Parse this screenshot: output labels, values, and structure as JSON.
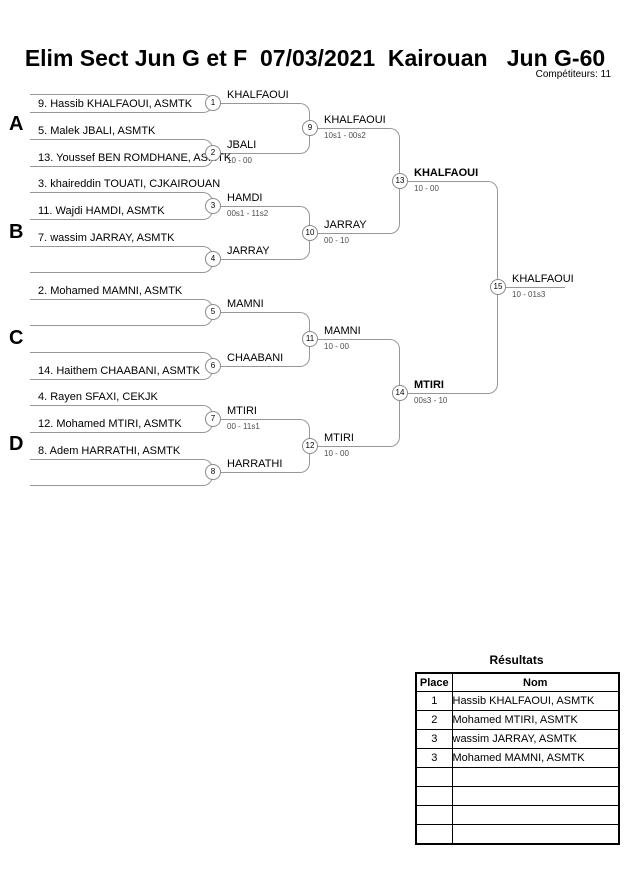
{
  "header": {
    "title": "Elim Sect Jun G et F  07/03/2021  Kairouan   Jun G-60",
    "competitors": "Compétiteurs: 11"
  },
  "sections": [
    {
      "letter": "A"
    },
    {
      "letter": "B"
    },
    {
      "letter": "C"
    },
    {
      "letter": "D"
    }
  ],
  "bracket": {
    "slots": [
      {
        "name": ""
      },
      {
        "name": "9. Hassib KHALFAOUI, ASMTK"
      },
      {
        "name": "5. Malek JBALI, ASMTK"
      },
      {
        "name": "13. Youssef BEN ROMDHANE, ASMTK"
      },
      {
        "name": "3. khaireddin TOUATI, CJKAIROUAN"
      },
      {
        "name": "11. Wajdi HAMDI, ASMTK"
      },
      {
        "name": "7. wassim JARRAY, ASMTK"
      },
      {
        "name": ""
      },
      {
        "name": "2. Mohamed MAMNI, ASMTK"
      },
      {
        "name": ""
      },
      {
        "name": ""
      },
      {
        "name": "14. Haithem CHAABANI, ASMTK"
      },
      {
        "name": "4. Rayen SFAXI, CEKJK"
      },
      {
        "name": "12. Mohamed MTIRI, ASMTK"
      },
      {
        "name": "8. Adem HARRATHI, ASMTK"
      },
      {
        "name": ""
      }
    ],
    "matches": [
      {
        "num": "1",
        "winner": "KHALFAOUI",
        "score": "",
        "bold": false
      },
      {
        "num": "2",
        "winner": "JBALI",
        "score": "10 - 00",
        "bold": false
      },
      {
        "num": "3",
        "winner": "HAMDI",
        "score": "00s1 - 11s2",
        "bold": false
      },
      {
        "num": "4",
        "winner": "JARRAY",
        "score": "",
        "bold": false
      },
      {
        "num": "5",
        "winner": "MAMNI",
        "score": "",
        "bold": false
      },
      {
        "num": "6",
        "winner": "CHAABANI",
        "score": "",
        "bold": false
      },
      {
        "num": "7",
        "winner": "MTIRI",
        "score": "00 - 11s1",
        "bold": false
      },
      {
        "num": "8",
        "winner": "HARRATHI",
        "score": "",
        "bold": false
      },
      {
        "num": "9",
        "winner": "KHALFAOUI",
        "score": "10s1 - 00s2",
        "bold": false
      },
      {
        "num": "10",
        "winner": "JARRAY",
        "score": "00 - 10",
        "bold": false
      },
      {
        "num": "11",
        "winner": "MAMNI",
        "score": "10 - 00",
        "bold": false
      },
      {
        "num": "12",
        "winner": "MTIRI",
        "score": "10 - 00",
        "bold": false
      },
      {
        "num": "13",
        "winner": "KHALFAOUI",
        "score": "10 - 00",
        "bold": true
      },
      {
        "num": "14",
        "winner": "MTIRI",
        "score": "00s3 - 10",
        "bold": true
      },
      {
        "num": "15",
        "winner": "KHALFAOUI",
        "score": "10 - 01s3",
        "bold": false
      }
    ]
  },
  "results": {
    "title": "Résultats",
    "columns": [
      "Place",
      "Nom"
    ],
    "rows": [
      [
        "1",
        "Hassib KHALFAOUI, ASMTK"
      ],
      [
        "2",
        "Mohamed MTIRI, ASMTK"
      ],
      [
        "3",
        "wassim JARRAY, ASMTK"
      ],
      [
        "3",
        "Mohamed MAMNI, ASMTK"
      ],
      [
        "",
        ""
      ],
      [
        "",
        ""
      ],
      [
        "",
        ""
      ],
      [
        "",
        ""
      ]
    ]
  }
}
